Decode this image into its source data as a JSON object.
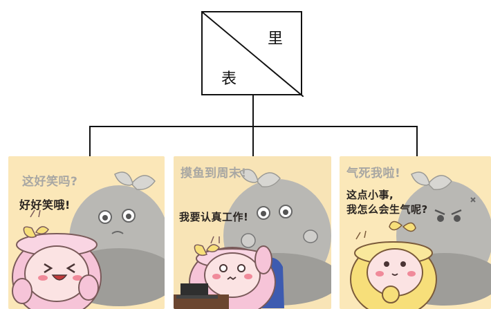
{
  "root": {
    "top_right": "里",
    "bottom_left": "表"
  },
  "colors": {
    "panel_bg_1": "#fbe7b8",
    "panel_bg_2": "#f8e4b6",
    "panel_bg_3": "#fbe8b9",
    "pink": "#f6c4d8",
    "yellow": "#f7df7a",
    "gray": "#b9b8b4"
  },
  "panels": [
    {
      "caption_faded": "这好笑吗?",
      "caption_dark": "好好笑哦!"
    },
    {
      "caption_faded": "摸鱼到周末!",
      "caption_dark": "我要认真工作!"
    },
    {
      "caption_faded": "气死我啦!",
      "caption_dark": "这点小事,\n我怎么会生气呢?"
    }
  ]
}
